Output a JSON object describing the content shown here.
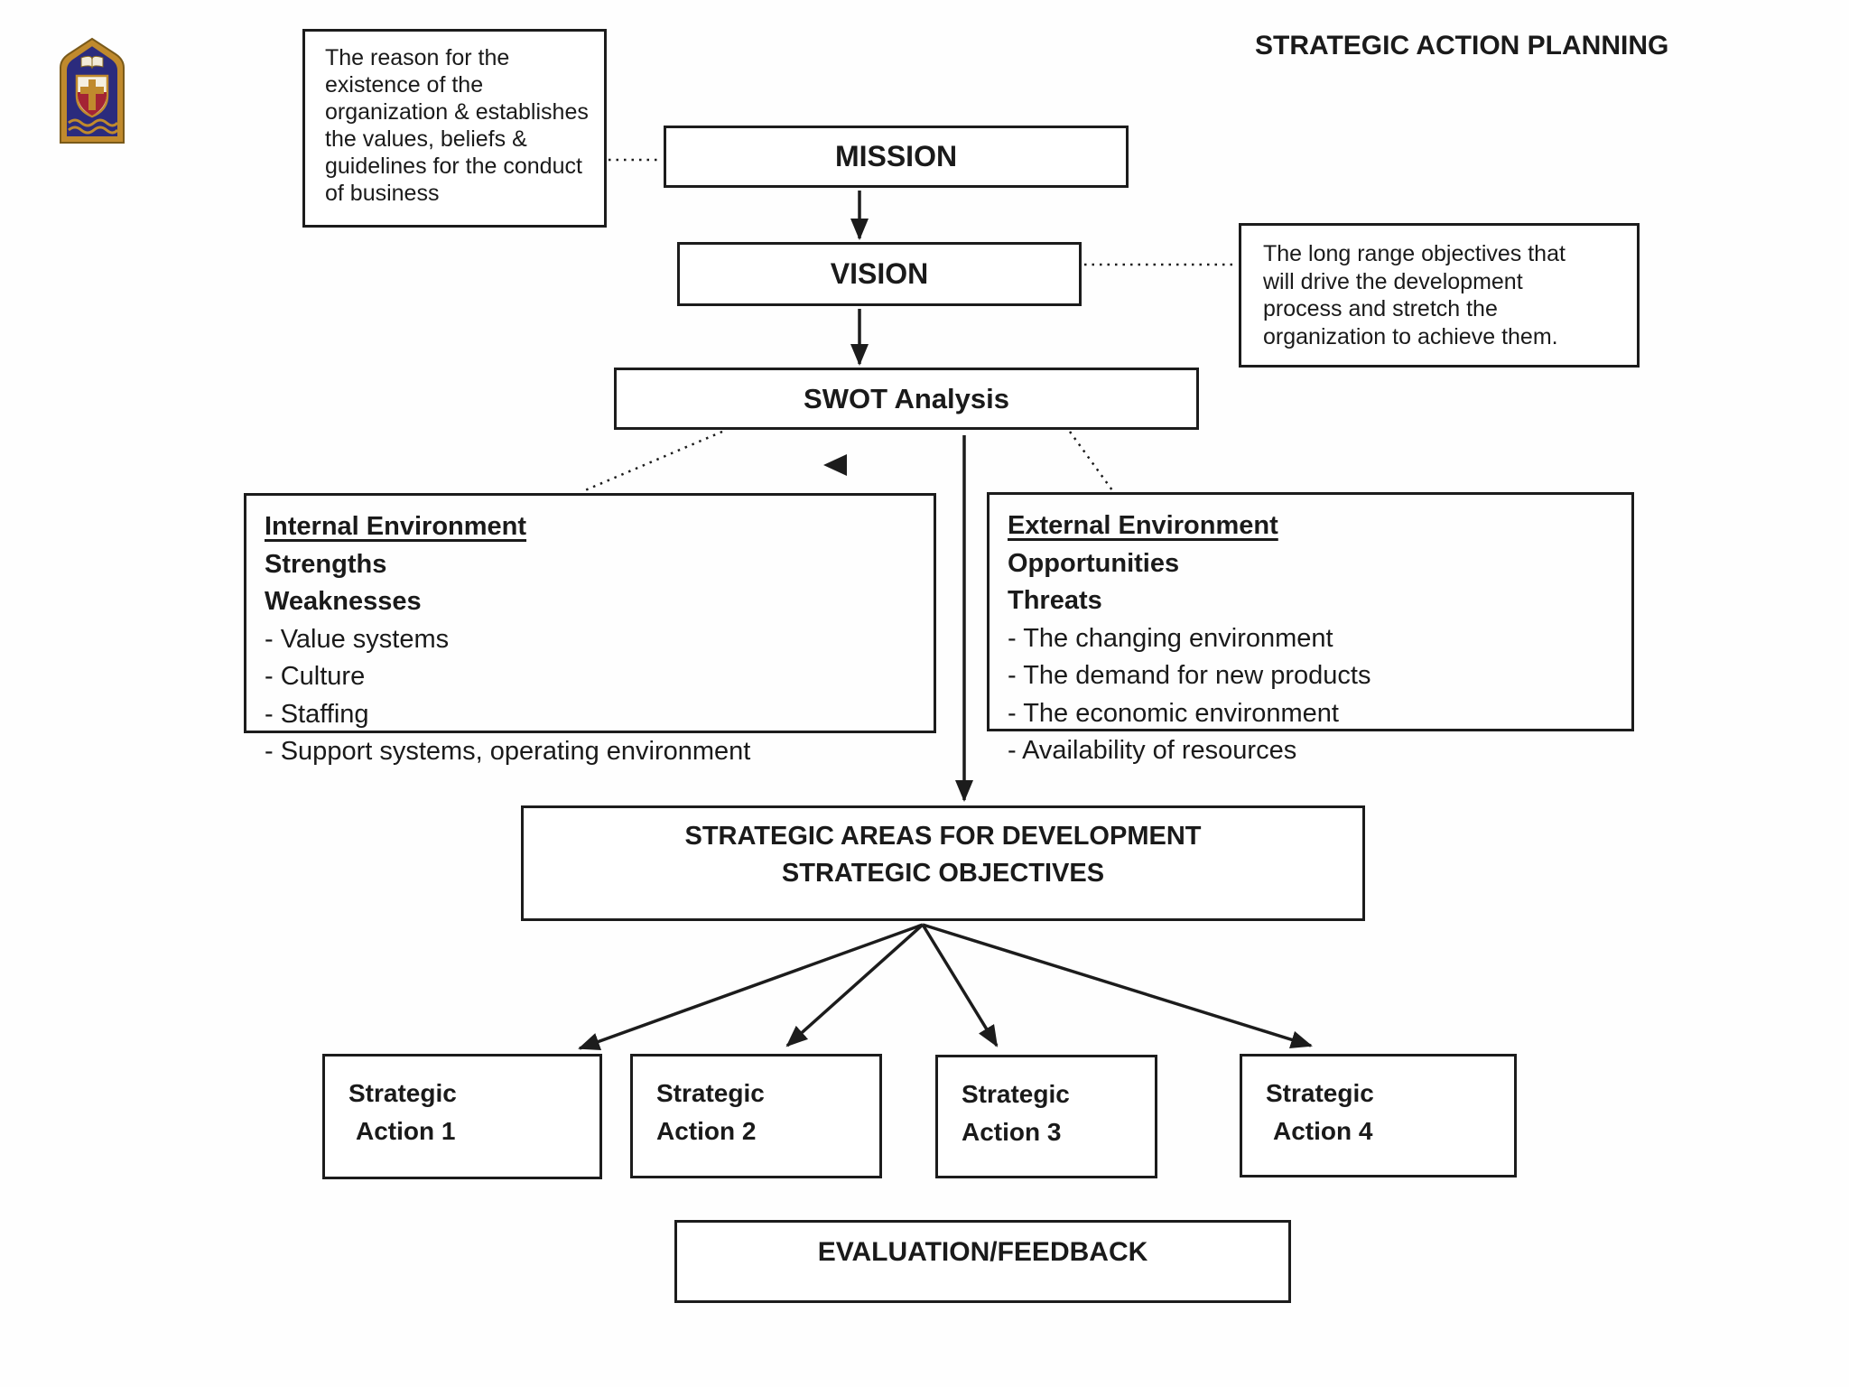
{
  "title": "STRATEGIC ACTION PLANNING",
  "annotations": {
    "mission_note": {
      "lines": [
        "The reason for the",
        "existence of the",
        "organization & establishes",
        "the values, beliefs &",
        "guidelines for the conduct",
        "of business"
      ]
    },
    "vision_note": {
      "lines": [
        "The long range objectives that",
        "will drive the development",
        "process and stretch the",
        "organization to achieve them."
      ]
    }
  },
  "flow": {
    "mission": "MISSION",
    "vision": "VISION",
    "swot": "SWOT Analysis",
    "strategic_areas": {
      "line1": "STRATEGIC AREAS FOR DEVELOPMENT",
      "line2": "STRATEGIC OBJECTIVES"
    },
    "evaluation": "EVALUATION/FEEDBACK"
  },
  "internal_environment": {
    "heading": "Internal Environment",
    "sub1": "Strengths",
    "sub2": "Weaknesses",
    "bullets": [
      "- Value systems",
      "- Culture",
      "- Staffing",
      "- Support systems, operating environment"
    ]
  },
  "external_environment": {
    "heading": "External Environment",
    "sub1": "Opportunities",
    "sub2": "Threats",
    "bullets": [
      "- The changing environment",
      "- The demand for new products",
      "- The economic environment",
      "- Availability of resources"
    ]
  },
  "strategic_actions": [
    {
      "line1": "Strategic",
      "line2": "Action 1"
    },
    {
      "line1": "Strategic",
      "line2": "Action 2"
    },
    {
      "line1": "Strategic",
      "line2": "Action 3"
    },
    {
      "line1": "Strategic",
      "line2": "Action 4"
    }
  ],
  "colors": {
    "line": "#1c1c1c",
    "logo_navy": "#2b2b7d",
    "logo_gold": "#c08a2d",
    "logo_red": "#a42434"
  }
}
